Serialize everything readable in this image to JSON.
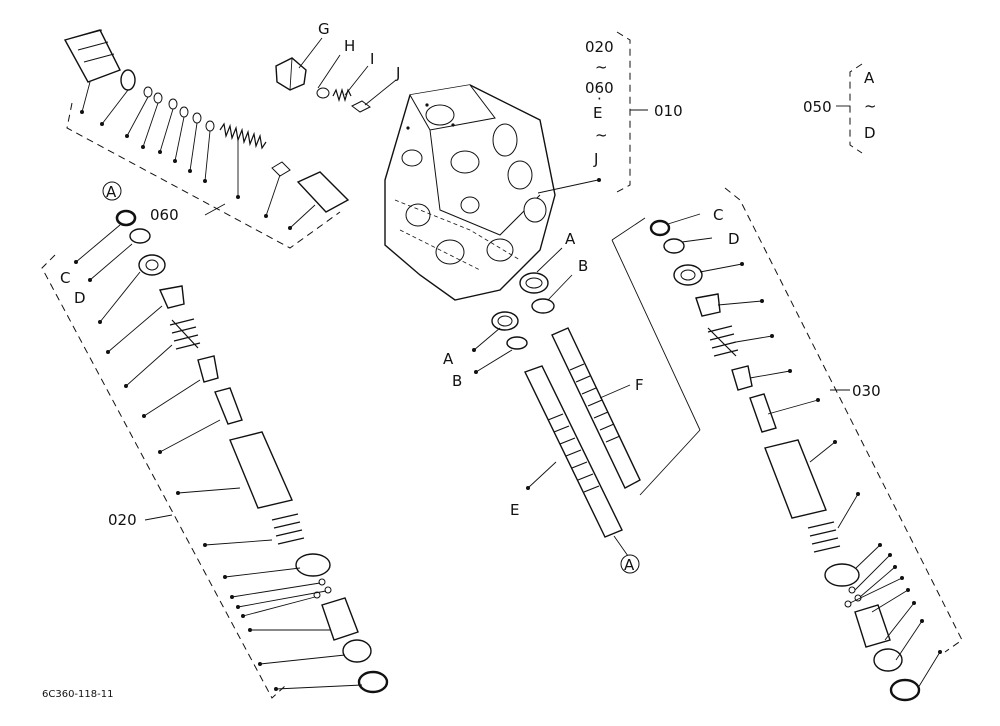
{
  "labels": {
    "G": "G",
    "H": "H",
    "I": "I",
    "J": "J",
    "A": "A",
    "B": "B",
    "C": "C",
    "D": "D",
    "E": "E",
    "F": "F",
    "tilde": "~",
    "dot": "·"
  },
  "group_010": {
    "code": "010",
    "from": "020",
    "from2": "060",
    "range_start": "E",
    "range_end": "J"
  },
  "group_050": {
    "code": "050",
    "range_start": "A",
    "range_end": "D"
  },
  "group_020": {
    "code": "020"
  },
  "group_030": {
    "code": "030"
  },
  "group_060": {
    "code": "060"
  },
  "drawing_id": "6C360-118-11",
  "colors": {
    "ink": "#111111",
    "paper": "#ffffff"
  }
}
